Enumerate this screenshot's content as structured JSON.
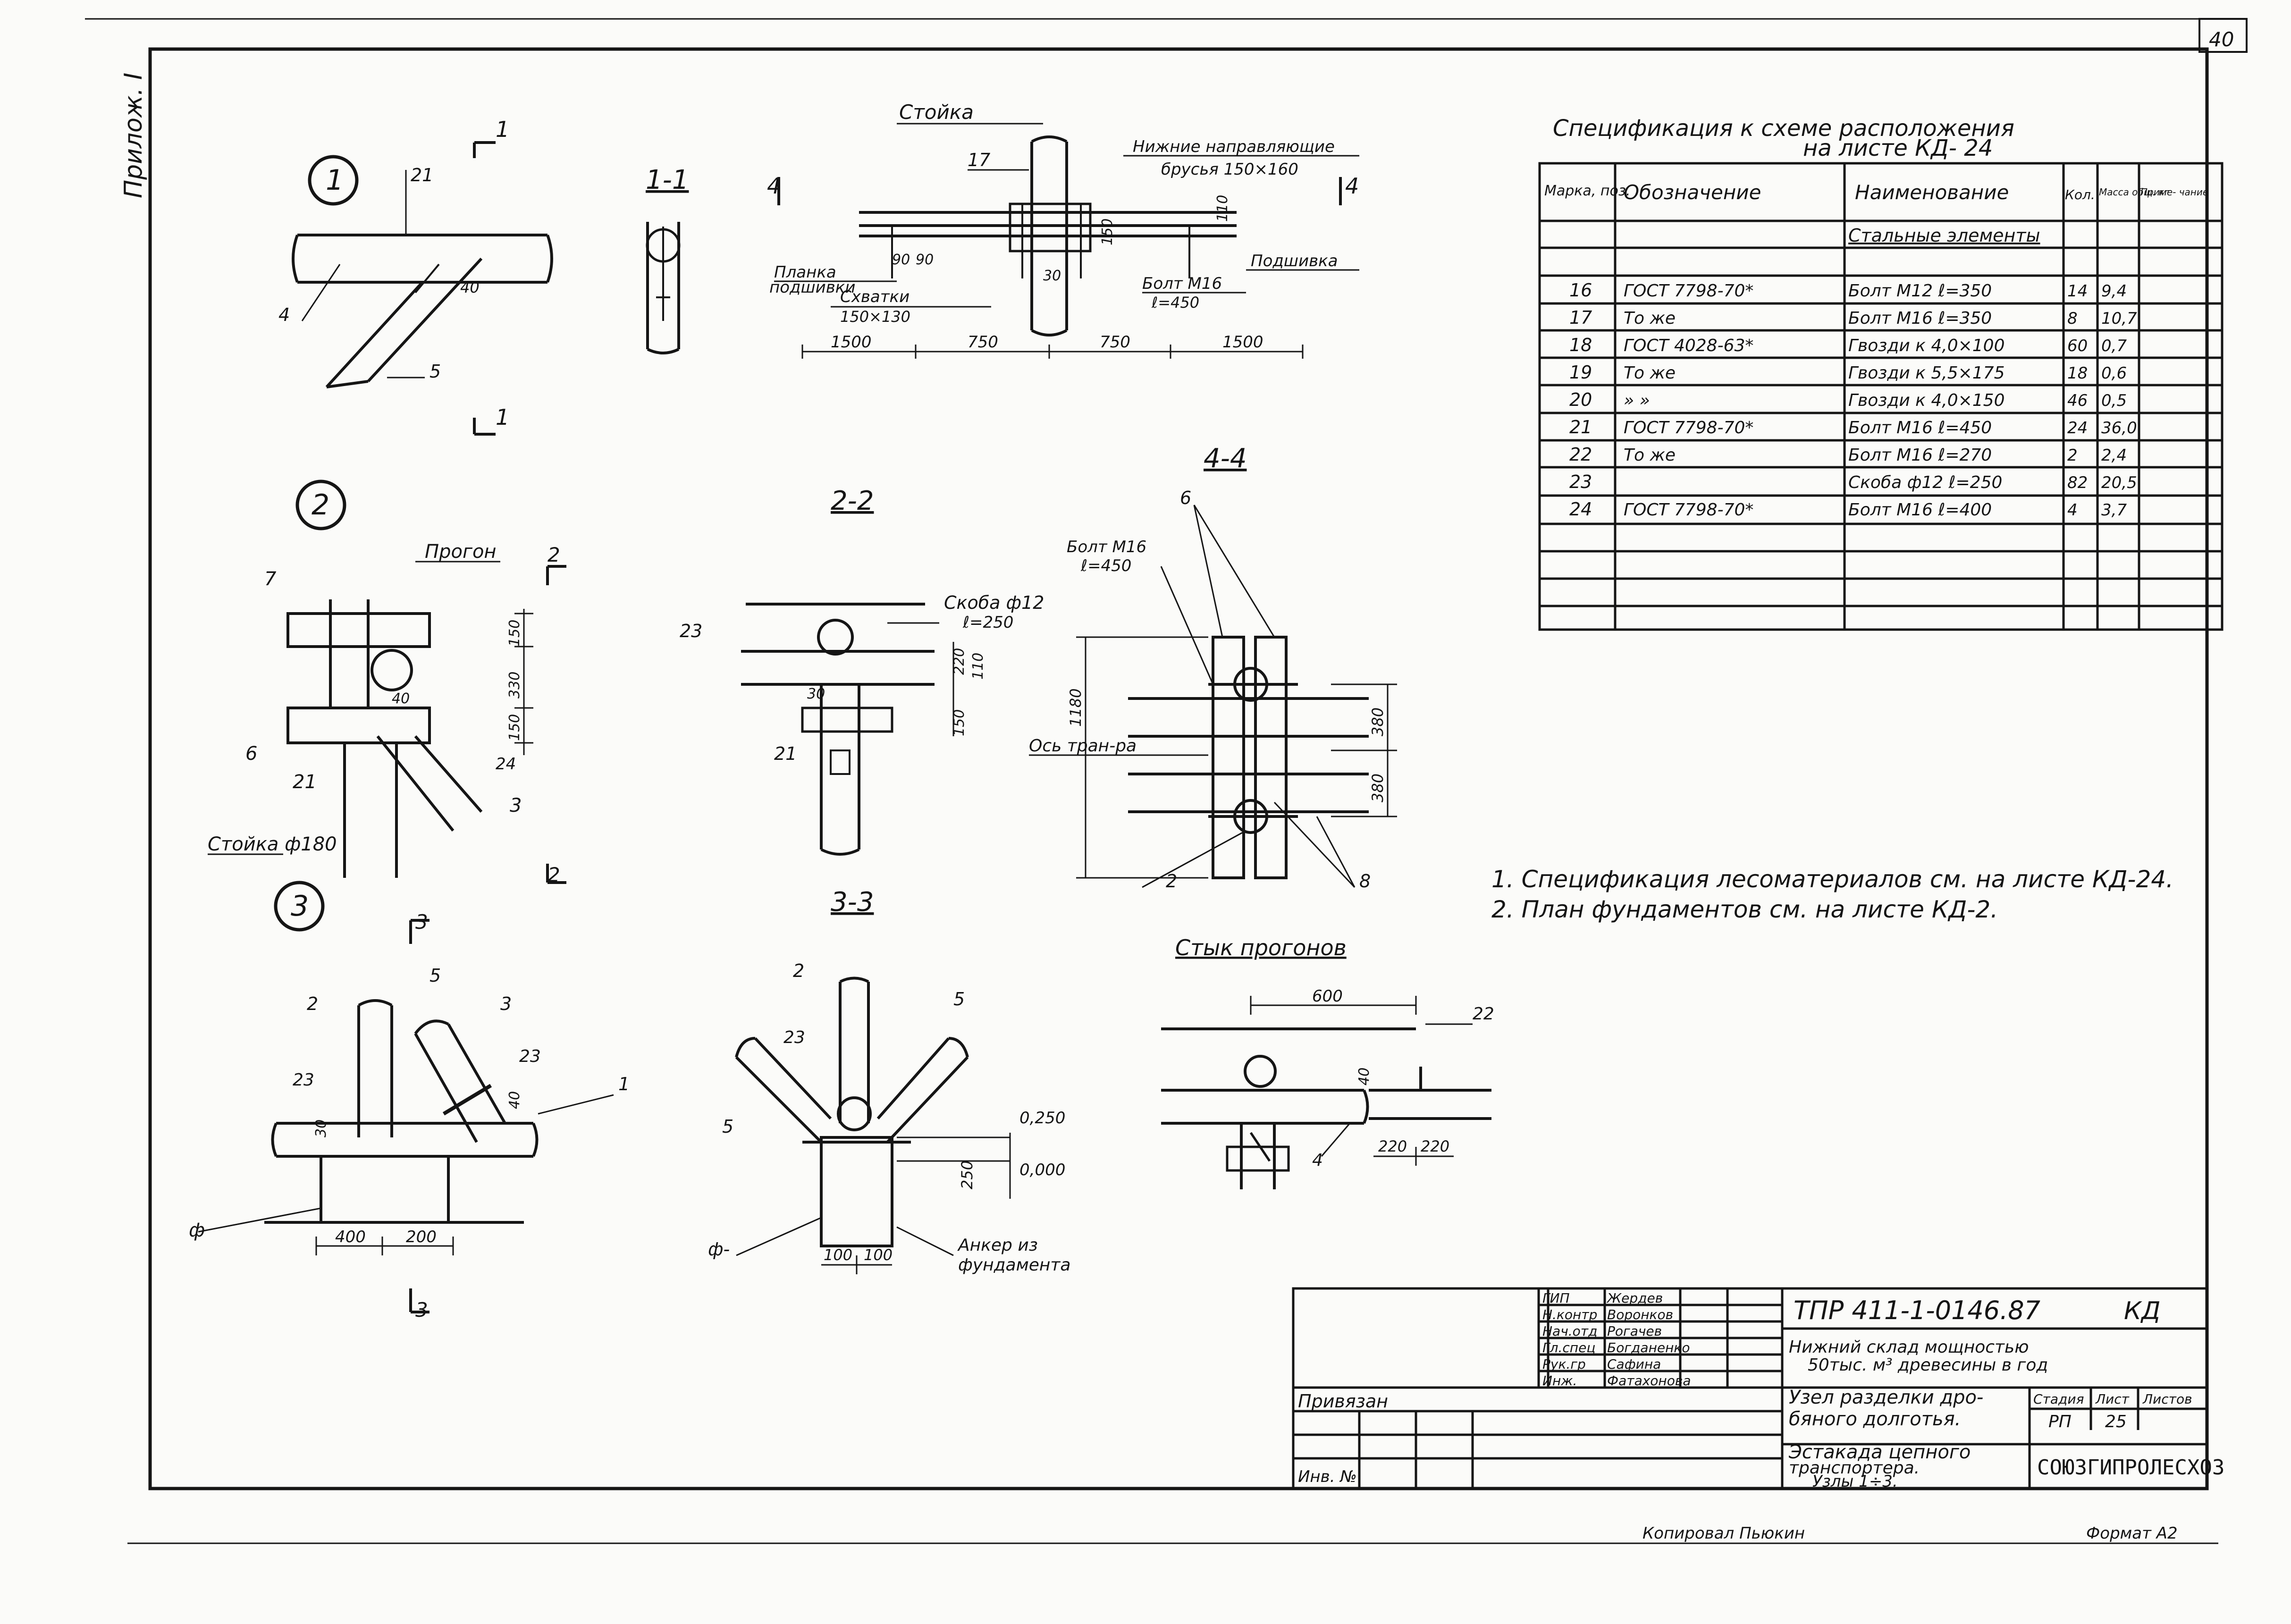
{
  "sheet": {
    "page_number": "40",
    "appendix": "Прилож. I",
    "copied_by": "Копировал Пьюкин",
    "format": "Формат А2"
  },
  "spec": {
    "title1": "Спецификация к схеме расположения",
    "title2": "на листе КД- 24",
    "headers": [
      "Марка, поз.",
      "Обозначение",
      "Наименование",
      "Кол.",
      "Масса общ. кг",
      "Приме- чание"
    ],
    "group": "Стальные элементы",
    "rows": [
      {
        "pos": "16",
        "des": "ГОСТ 7798-70*",
        "name": "Болт М12 ℓ=350",
        "qty": "14",
        "mass": "9,4"
      },
      {
        "pos": "17",
        "des": "То же",
        "name": "Болт М16 ℓ=350",
        "qty": "8",
        "mass": "10,7"
      },
      {
        "pos": "18",
        "des": "ГОСТ 4028-63*",
        "name": "Гвозди к 4,0×100",
        "qty": "60",
        "mass": "0,7"
      },
      {
        "pos": "19",
        "des": "То же",
        "name": "Гвозди к 5,5×175",
        "qty": "18",
        "mass": "0,6"
      },
      {
        "pos": "20",
        "des": "» »",
        "name": "Гвозди к 4,0×150",
        "qty": "46",
        "mass": "0,5"
      },
      {
        "pos": "21",
        "des": "ГОСТ 7798-70*",
        "name": "Болт М16 ℓ=450",
        "qty": "24",
        "mass": "36,0"
      },
      {
        "pos": "22",
        "des": "То же",
        "name": "Болт М16 ℓ=270",
        "qty": "2",
        "mass": "2,4"
      },
      {
        "pos": "23",
        "des": "",
        "name": "Скоба ф12 ℓ=250",
        "qty": "82",
        "mass": "20,5"
      },
      {
        "pos": "24",
        "des": "ГОСТ 7798-70*",
        "name": "Болт М16 ℓ=400",
        "qty": "4",
        "mass": "3,7"
      }
    ]
  },
  "notes": [
    "1. Спецификация лесоматериалов см. на листе КД-24.",
    "2. План фундаментов см. на листе КД-2."
  ],
  "views": {
    "node1": "1",
    "node2": "2",
    "node3": "3",
    "sec11": "1-1",
    "sec22": "2-2",
    "sec33": "3-3",
    "sec44": "4-4",
    "joint": "Стык прогонов"
  },
  "labels": {
    "stoyka": "Стойка",
    "lower_guides": "Нижние направляющие",
    "brusya": "брусья 150×160",
    "planka": "Планка",
    "podshivki": "подшивки",
    "skhvatki": "Схватки",
    "skhvatki_size": "150×130",
    "podshivka": "Подшивка",
    "bolt16": "Болт М16",
    "l450": "ℓ=450",
    "progon": "Прогон",
    "stoyka180": "Стойка ф180",
    "skoba": "Скоба ф12",
    "l250": "ℓ=250",
    "os_tr": "Ось тран-ра",
    "anker1": "Анкер из",
    "anker2": "фундамента",
    "phi": "ф",
    "phi2": "ф-",
    "e0250": "0,250",
    "e0000": "0,000",
    "pos4": "4",
    "pos5": "5",
    "pos21": "21",
    "pos7": "7",
    "pos6": "6",
    "pos3": "3",
    "pos24": "24",
    "pos23": "23",
    "pos2": "2",
    "pos8": "8",
    "pos1": "1",
    "pos22": "22",
    "pos17": "17",
    "sec1": "1",
    "sec2": "2",
    "sec3": "3",
    "sec4": "4"
  },
  "dims": {
    "d1500a": "1500",
    "d750a": "750",
    "d750b": "750",
    "d1500b": "1500",
    "d90a": "90",
    "d90b": "90",
    "d30": "30",
    "d150": "150",
    "d110": "110",
    "d40": "40",
    "d150v": "150",
    "d330": "330",
    "d150b": "150",
    "d220": "220",
    "d110b": "110",
    "d150c": "150",
    "d30b": "30",
    "d1180": "1180",
    "d380a": "380",
    "d380b": "380",
    "d400": "400",
    "d200": "200",
    "d30c": "30",
    "d40b": "40",
    "d100a": "100",
    "d100b": "100",
    "d250": "250",
    "d600": "600",
    "d40c": "40",
    "d220a": "220",
    "d220b": "220"
  },
  "stamp": {
    "code": "ТПР 411-1-0146.87",
    "kd": "КД",
    "roles": [
      {
        "role": "ГИП",
        "name": "Жердев"
      },
      {
        "role": "Н.контр",
        "name": "Воронков"
      },
      {
        "role": "Нач.отд",
        "name": "Рогачев"
      },
      {
        "role": "Гл.спец",
        "name": "Богданенко"
      },
      {
        "role": "Рук.гр",
        "name": "Сафина"
      },
      {
        "role": "Инж.",
        "name": "Фатахонова"
      }
    ],
    "privyazan": "Привязан",
    "inv": "Инв. №",
    "obj1": "Нижний склад мощностью",
    "obj2": "50тыс. м³ древесины в год",
    "title1": "Узел разделки дро-",
    "title2": "бяного долготья.",
    "title3": "Эстакада цепного",
    "title4": "транспортера.",
    "title5": "Узлы 1÷3.",
    "stage_h": "Стадия",
    "sheet_h": "Лист",
    "sheets_h": "Листов",
    "stage": "РП",
    "sheet": "25",
    "org": "СОЮЗГИПРОЛЕСХОЗ"
  }
}
